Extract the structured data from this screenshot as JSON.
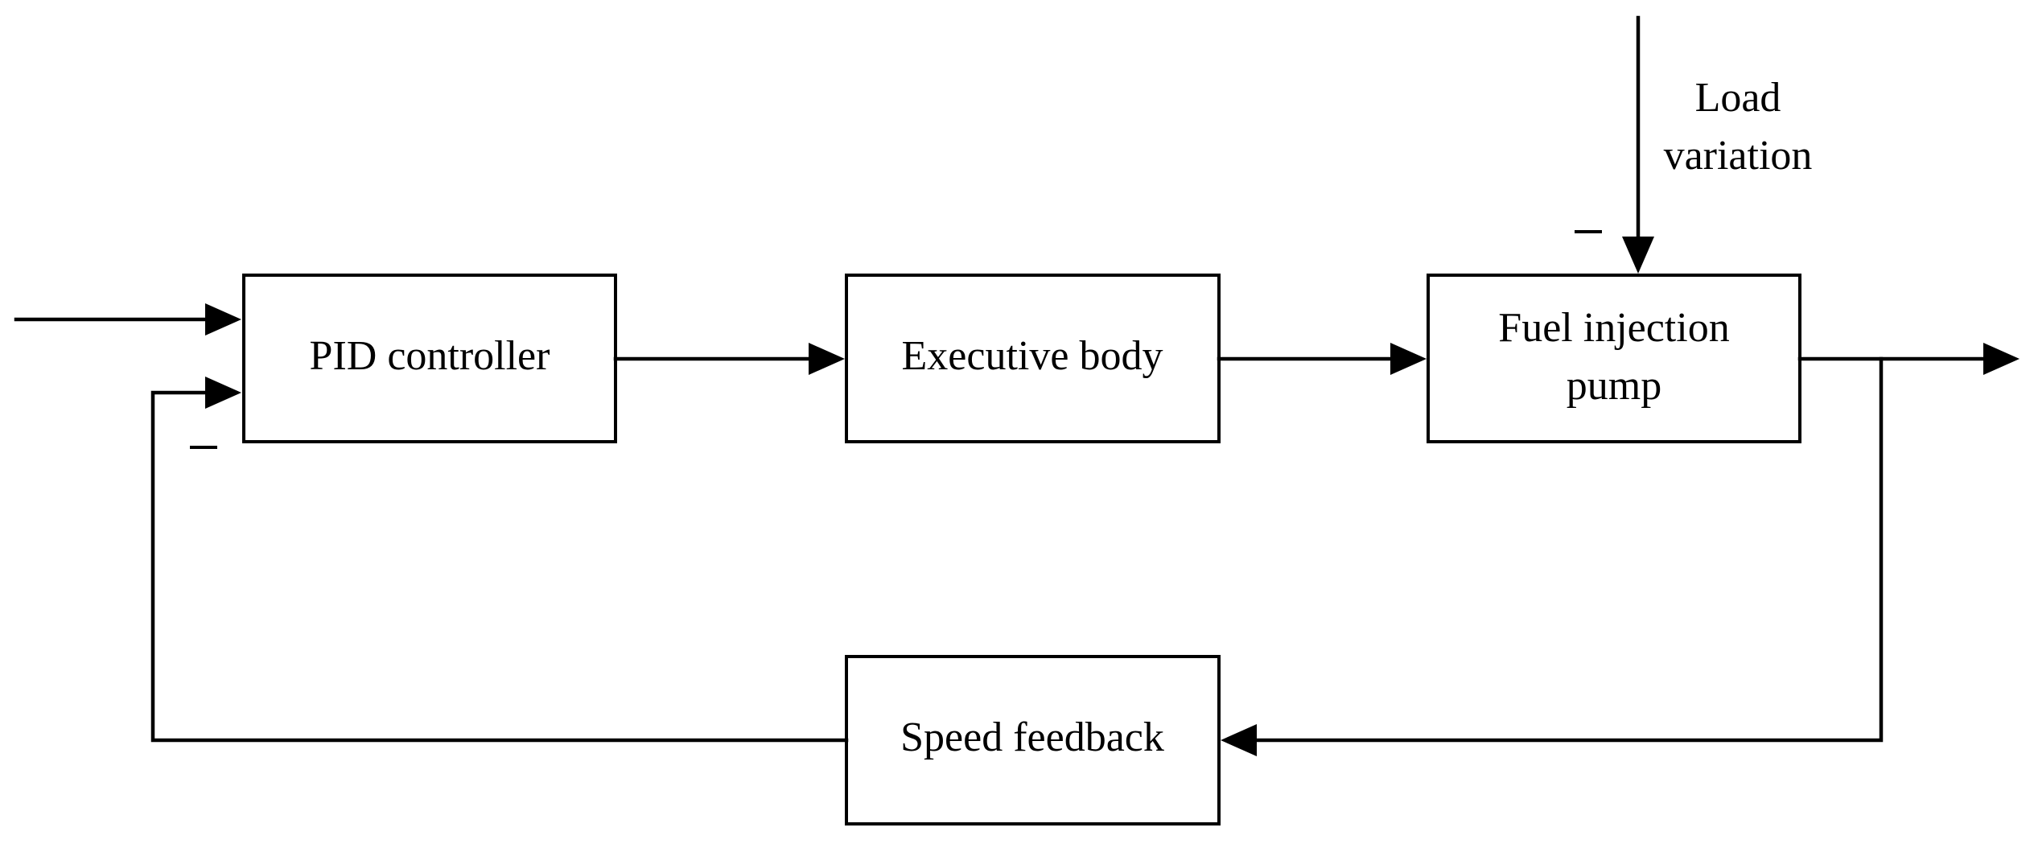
{
  "blocks": {
    "pid": {
      "label": "PID controller"
    },
    "executive": {
      "label": "Executive body"
    },
    "pump": {
      "label_line1": "Fuel injection",
      "label_line2": "pump"
    },
    "feedback": {
      "label": "Speed feedback"
    }
  },
  "disturbance": {
    "label_line1": "Load",
    "label_line2": "variation"
  },
  "signs": {
    "feedback_sign": "–",
    "disturbance_sign": "–"
  }
}
